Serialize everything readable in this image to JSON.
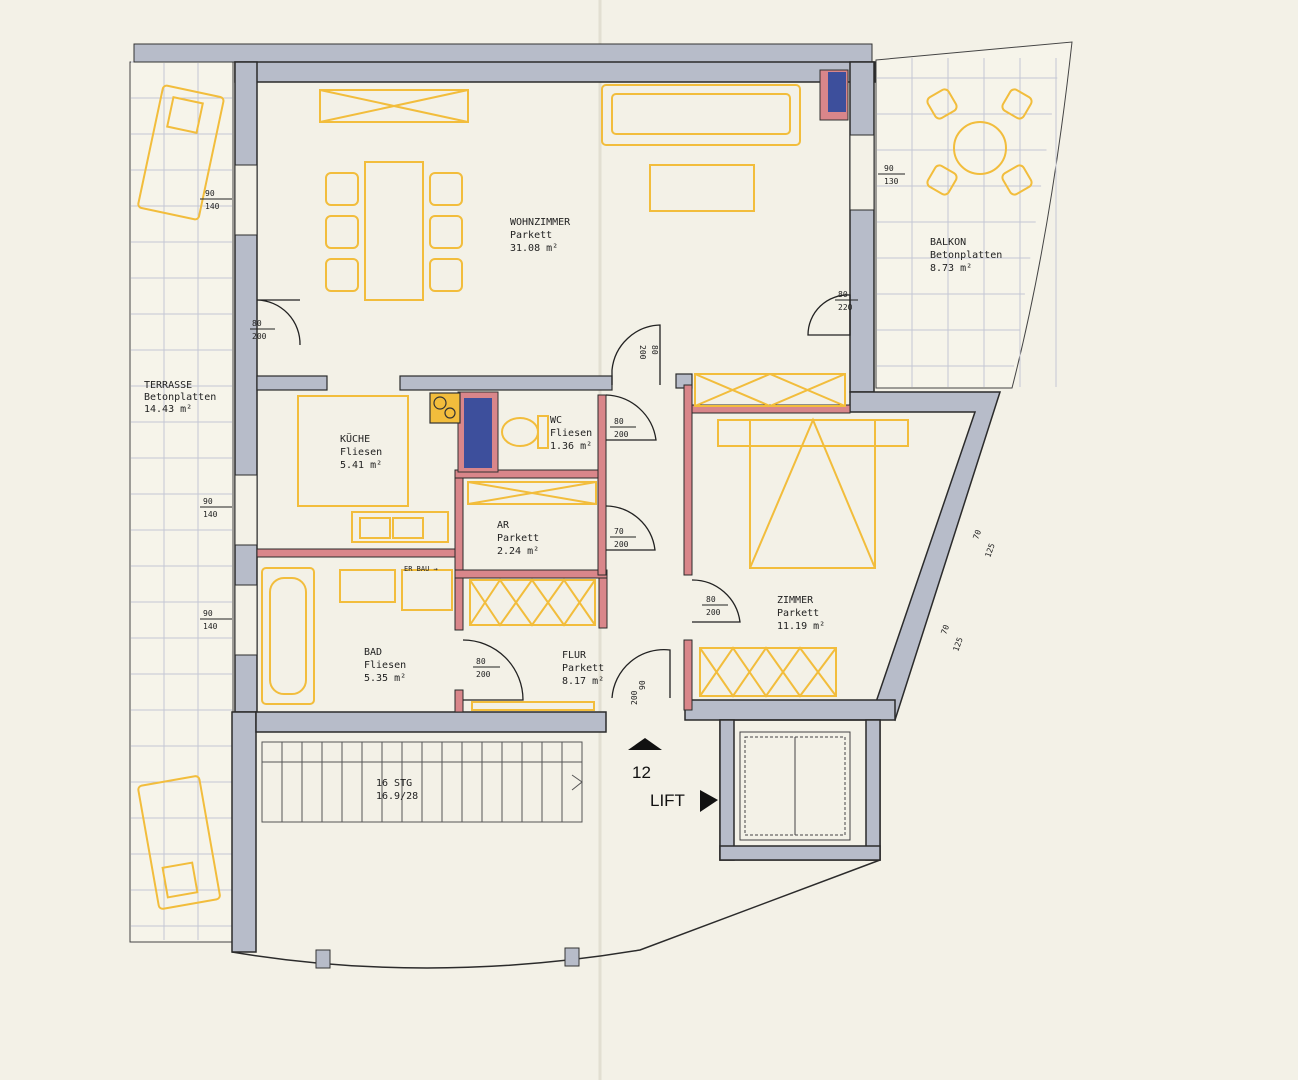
{
  "rooms": {
    "wohnzimmer": {
      "name": "WOHNZIMMER",
      "floor": "Parkett",
      "area": "31.08 m²"
    },
    "balkon": {
      "name": "BALKON",
      "floor": "Betonplatten",
      "area": "8.73 m²"
    },
    "terrasse": {
      "name": "TERRASSE",
      "floor": "Betonplatten",
      "area": "14.43 m²"
    },
    "kueche": {
      "name": "KÜCHE",
      "floor": "Fliesen",
      "area": "5.41 m²"
    },
    "wc": {
      "name": "WC",
      "floor": "Fliesen",
      "area": "1.36 m²"
    },
    "ar": {
      "name": "AR",
      "floor": "Parkett",
      "area": "2.24 m²"
    },
    "bad": {
      "name": "BAD",
      "floor": "Fliesen",
      "area": "5.35 m²"
    },
    "flur": {
      "name": "FLUR",
      "floor": "Parkett",
      "area": "8.17 m²"
    },
    "zimmer": {
      "name": "ZIMMER",
      "floor": "Parkett",
      "area": "11.19 m²"
    }
  },
  "openings": {
    "w_left_top": {
      "w": "90",
      "h": "140"
    },
    "w_left_mid": {
      "w": "90",
      "h": "140"
    },
    "w_left_bot": {
      "w": "90",
      "h": "140"
    },
    "w_balkon": {
      "w": "90",
      "h": "130"
    },
    "d_terrasse": {
      "w": "80",
      "h": "200"
    },
    "d_balkon": {
      "w": "80",
      "h": "220"
    },
    "d_wohn": {
      "w": "80",
      "h": "200"
    },
    "d_wc": {
      "w": "80",
      "h": "200"
    },
    "d_ar": {
      "w": "70",
      "h": "200"
    },
    "d_zimmer": {
      "w": "80",
      "h": "200"
    },
    "d_bad": {
      "w": "80",
      "h": "200"
    },
    "d_entry": {
      "w": "90",
      "h": "200"
    },
    "w_zimmer_1": {
      "w": "70",
      "h": "125"
    },
    "w_zimmer_2": {
      "w": "70",
      "h": "125"
    }
  },
  "stairs": {
    "steps": "16 STG",
    "ratio": "16.9/28"
  },
  "entry": {
    "number": "12"
  },
  "lift": {
    "label": "LIFT"
  },
  "annotations": {
    "er_bau": "ER BAU →"
  },
  "colors": {
    "wall": "#b7bcc9",
    "wall_outline": "#2b2b2b",
    "partition": "#d9868a",
    "furniture": "#f2bd3c",
    "chimney": "#3d4f9c",
    "paper": "#f3f1e7"
  }
}
